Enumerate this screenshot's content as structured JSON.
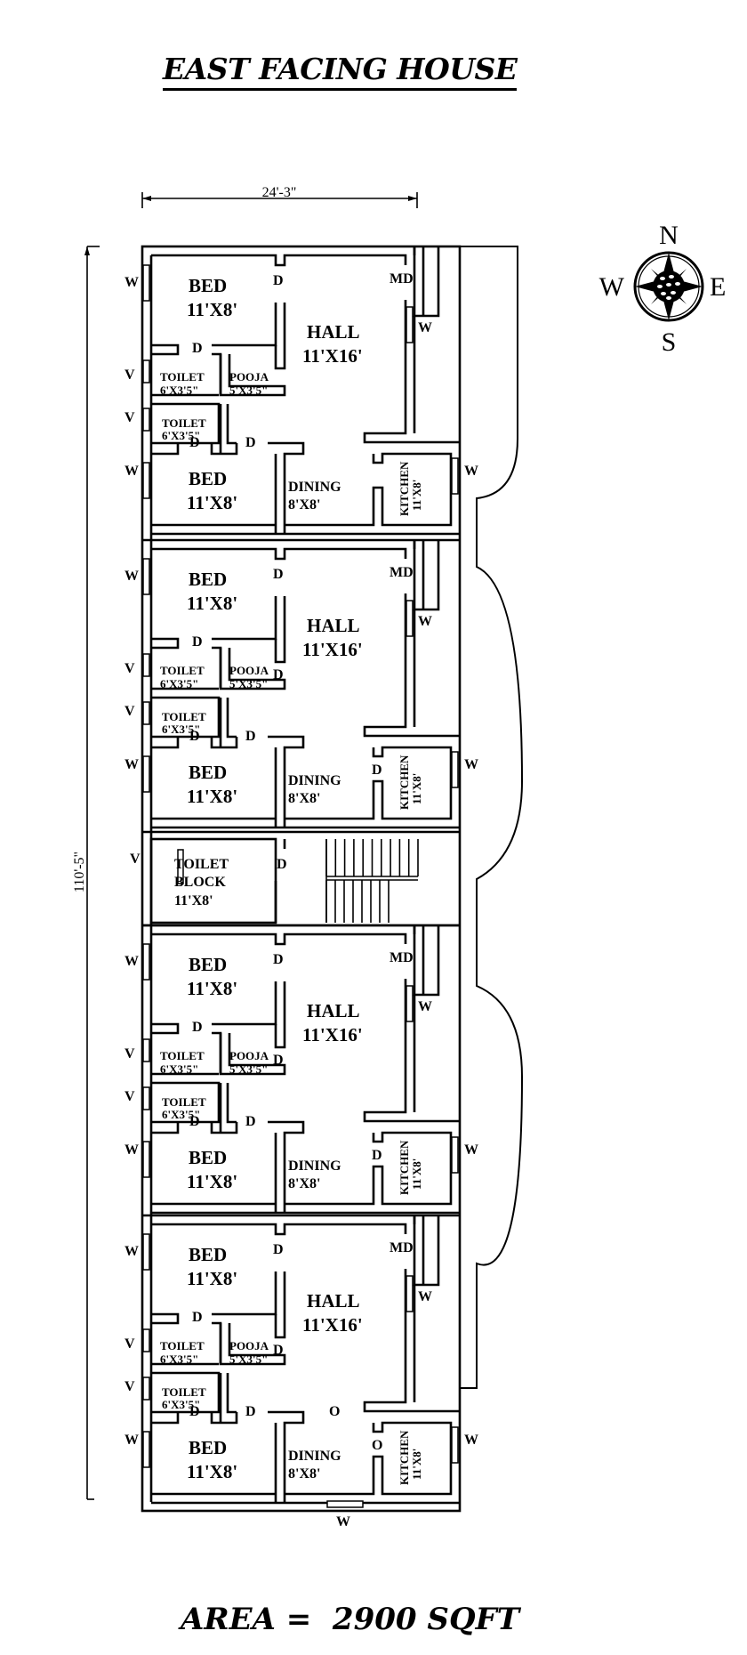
{
  "title": "EAST FACING HOUSE",
  "area_label": "AREA =  2900 SQFT",
  "dimensions": {
    "width": "24'-3\"",
    "length": "110'-5\""
  },
  "compass": {
    "north": "N",
    "south": "S",
    "east": "E",
    "west": "W"
  },
  "unit_labels": {
    "bed": "BED",
    "bed_size": "11'X8'",
    "hall": "HALL",
    "hall_size": "11'X16'",
    "toilet": "TOILET",
    "toilet_size": "6'X3'5\"",
    "pooja": "POOJA",
    "pooja_size": "5'X3'5\"",
    "dining": "DINING",
    "dining_size": "8'X8'",
    "kitchen": "KITCHEN",
    "kitchen_size": "11'X8'",
    "door": "D",
    "main_door": "MD",
    "window": "W",
    "ventilator": "V",
    "opening": "O"
  },
  "toilet_block": {
    "line1": "TOILET",
    "line2": "BLOCK",
    "size": "11'X8'"
  },
  "units": [
    {
      "name": "unit-1",
      "pooja_door": false,
      "kitchen_door": "",
      "hall_opening": ""
    },
    {
      "name": "unit-2",
      "pooja_door": true,
      "kitchen_door": "D",
      "hall_opening": ""
    },
    {
      "name": "unit-3",
      "pooja_door": true,
      "kitchen_door": "D",
      "hall_opening": ""
    },
    {
      "name": "unit-4",
      "pooja_door": true,
      "kitchen_door": "O",
      "hall_opening": "O"
    }
  ]
}
